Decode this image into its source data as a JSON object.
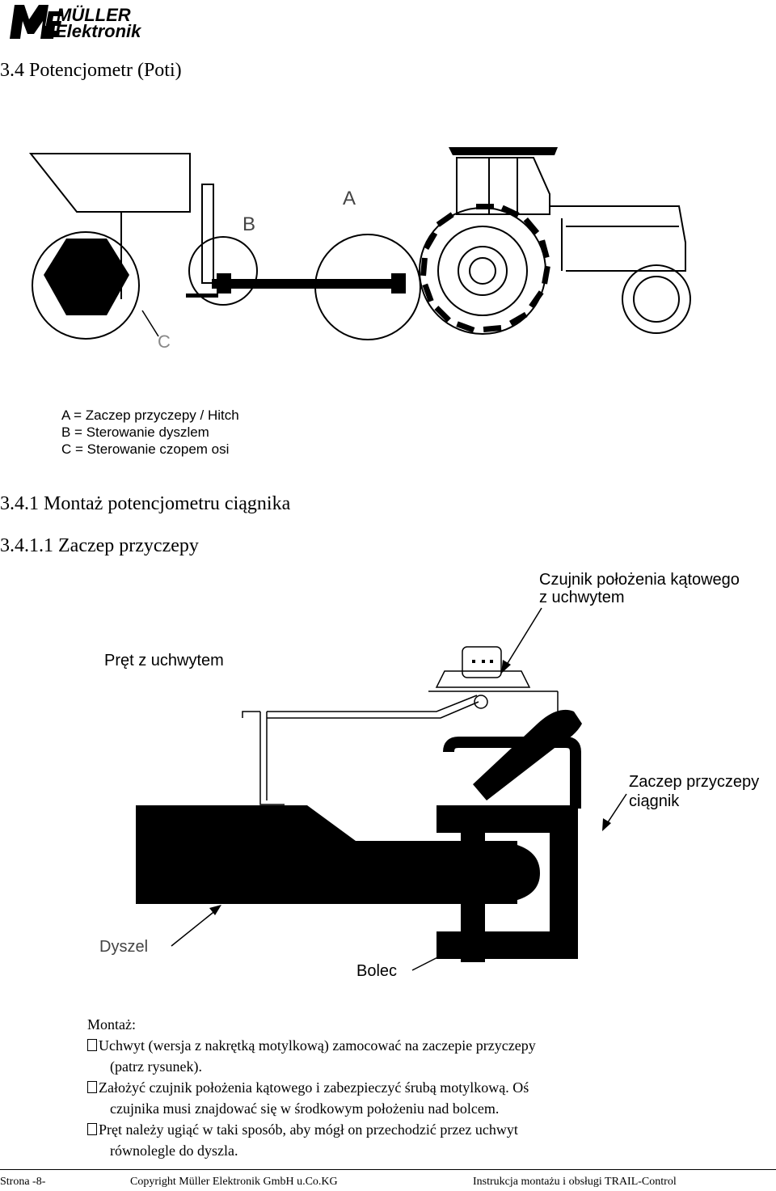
{
  "logo": {
    "line1": "MÜLLER",
    "line2": "Elektronik",
    "mark": "ME"
  },
  "headings": {
    "section": "3.4  Potencjometr (Poti)",
    "subsection": "3.4.1  Montaż potencjometru ciągnika",
    "subsubsection": "3.4.1.1 Zaczep przyczepy"
  },
  "figure1": {
    "labels": {
      "a": "A",
      "b": "B",
      "c": "C"
    },
    "legend": [
      "A = Zaczep przyczepy / Hitch",
      "B = Sterowanie dyszlem",
      "C = Sterowanie czopem osi"
    ]
  },
  "figure2": {
    "sensor_label_1": "Czujnik położenia kątowego",
    "sensor_label_2": "z uchwytem",
    "rod_label": "Pręt z uchwytem",
    "hitch_label_1": "Zaczep przyczepy",
    "hitch_label_2": "ciągnik",
    "drawbar_label": "Dyszel",
    "pin_label": "Bolec"
  },
  "mounting": {
    "title": "Montaż:",
    "steps": [
      {
        "line1": "Uchwyt (wersja z nakrętką motylkową) zamocować na zaczepie przyczepy",
        "line2": "(patrz rysunek)."
      },
      {
        "line1": "Założyć czujnik położenia kątowego i zabezpieczyć śrubą motylkową. Oś",
        "line2": "czujnika musi znajdować się w środkowym położeniu nad bolcem."
      },
      {
        "line1": "Pręt należy ugiąć w taki sposób, aby mógł on przechodzić przez uchwyt",
        "line2": "równolegle do dyszla."
      }
    ]
  },
  "footer": {
    "page": "Strona -8-",
    "copyright": "Copyright Müller Elektronik GmbH u.Co.KG",
    "manual": "Instrukcja montażu i obsługi TRAIL-Control"
  }
}
